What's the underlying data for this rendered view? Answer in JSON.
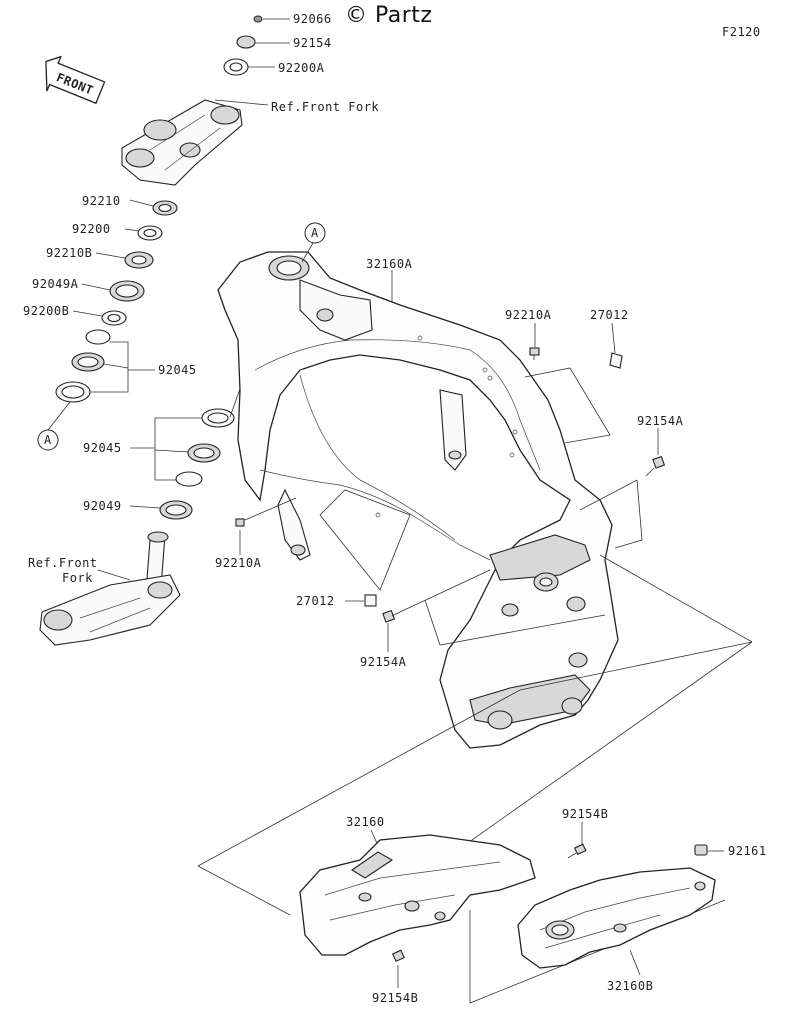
{
  "watermark": "© Partz",
  "figure_code": "F2120",
  "front_label": "FRONT",
  "callout_letter": "A",
  "labels": {
    "p92066": "92066",
    "p92154": "92154",
    "p92200A": "92200A",
    "ref_front_fork_top": "Ref.Front Fork",
    "p92210": "92210",
    "p92200": "92200",
    "p92210B": "92210B",
    "p92049A": "92049A",
    "p92200B": "92200B",
    "p92045_a": "92045",
    "p92045_b": "92045",
    "p92049": "92049",
    "ref_front_fork_bottom_1": "Ref.Front",
    "ref_front_fork_bottom_2": "Fork",
    "p92210A_left": "92210A",
    "p32160A": "32160A",
    "p92210A_right": "92210A",
    "p27012_right": "27012",
    "p92154A_right": "92154A",
    "p27012_left": "27012",
    "p92154A_bottom": "92154A",
    "p32160": "32160",
    "p92154B_top": "92154B",
    "p92161": "92161",
    "p92154B_bottom": "92154B",
    "p32160B": "32160B"
  }
}
